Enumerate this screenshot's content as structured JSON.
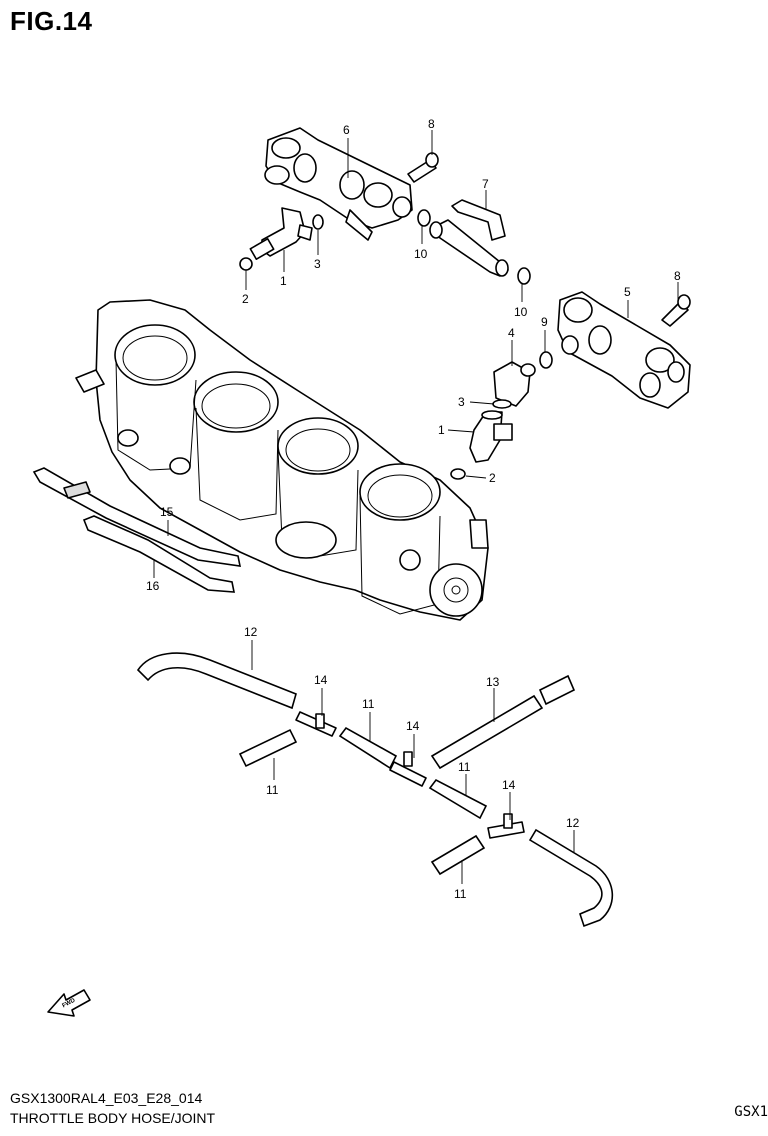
{
  "header": {
    "title": "FIG.14"
  },
  "callouts": {
    "c1a": "1",
    "c1b": "1",
    "c2a": "2",
    "c2b": "2",
    "c3a": "3",
    "c3b": "3",
    "c4": "4",
    "c5": "5",
    "c6": "6",
    "c7": "7",
    "c8a": "8",
    "c8b": "8",
    "c9": "9",
    "c10a": "10",
    "c10b": "10",
    "c11a": "11",
    "c11b": "11",
    "c11c": "11",
    "c11d": "11",
    "c12a": "12",
    "c12b": "12",
    "c13": "13",
    "c14a": "14",
    "c14b": "14",
    "c14c": "14",
    "c15": "15",
    "c16": "16"
  },
  "fwd_label": "FWD",
  "footer": {
    "code": "GSX1300RAL4_E03_E28_014",
    "title": "THROTTLE BODY HOSE/JOINT",
    "right": "GSX1"
  }
}
